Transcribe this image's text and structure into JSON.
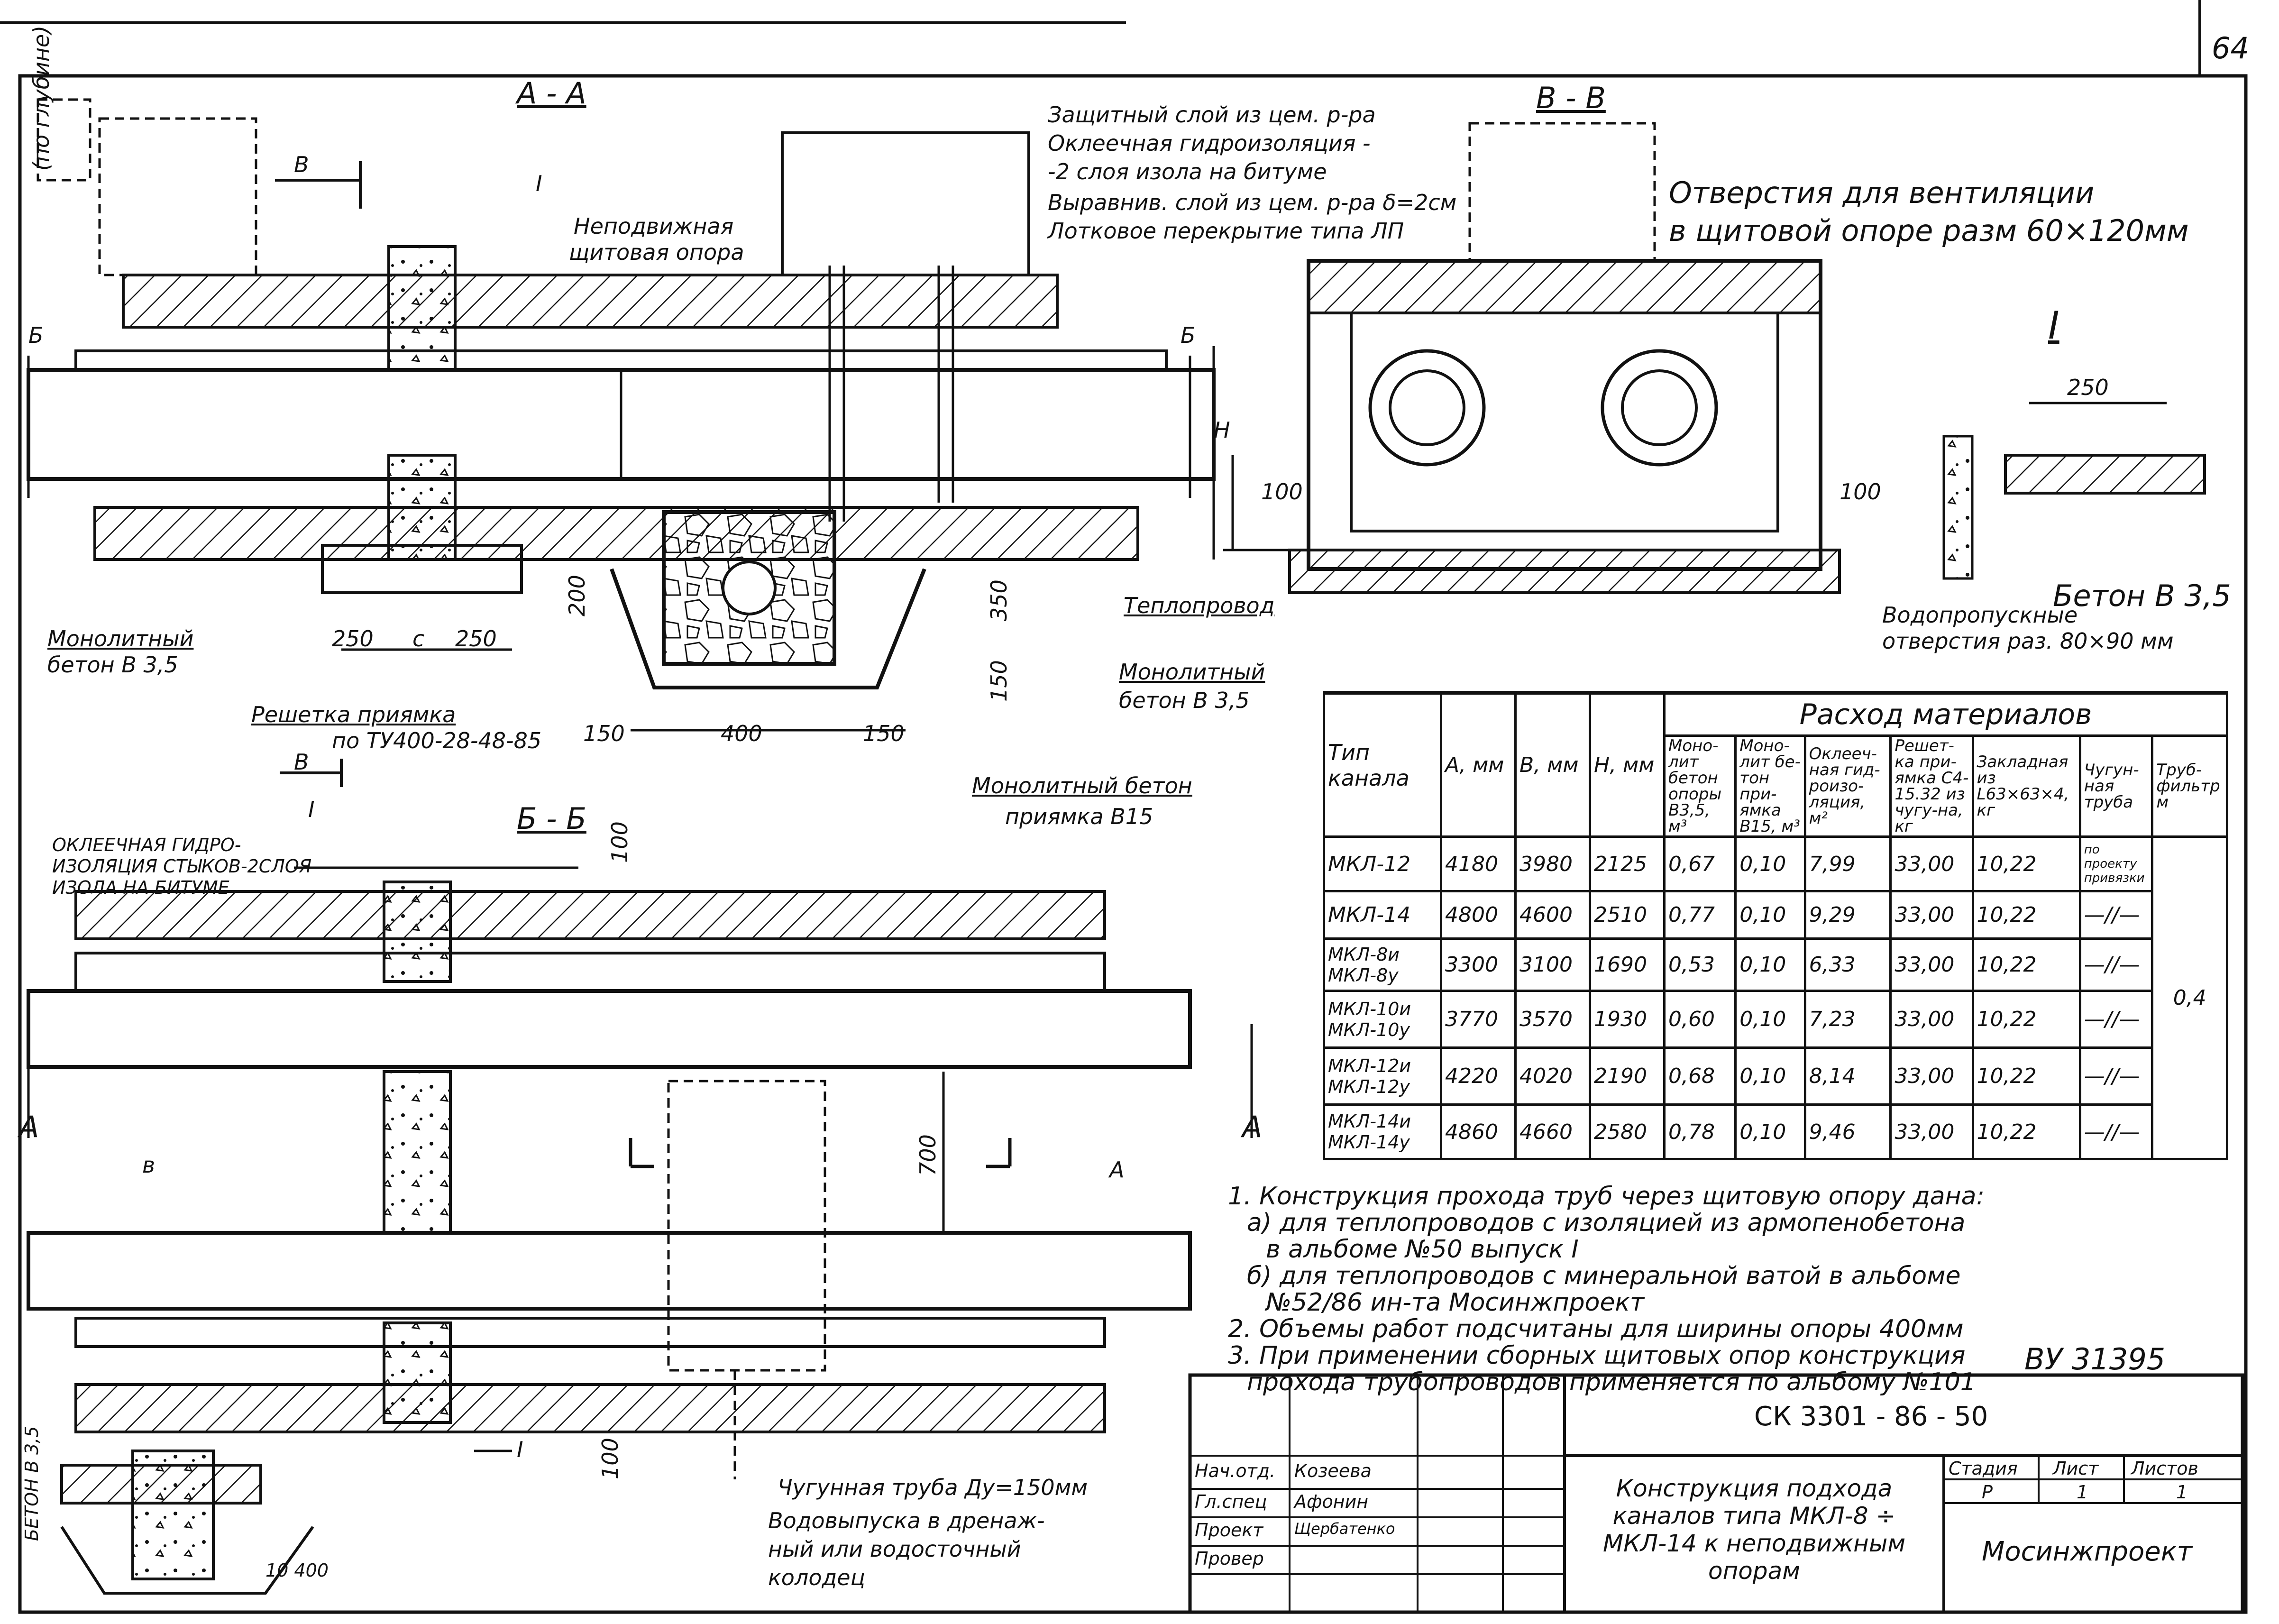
{
  "sheet_number": "64",
  "sections": {
    "aa": "А - А",
    "bb": "В - В",
    "bbb": "Б - Б",
    "detail_i": "I"
  },
  "labels": {
    "depth_note": "(по глубине)",
    "layer1": "Защитный слой из цем. р-ра",
    "layer2": "Оклеечная гидроизоляция -",
    "layer3": "-2 слоя изола на битуме",
    "layer4": "Выравнив. слой из цем. р-ра δ=2см",
    "layer5": "Лотковое перекрытие типа ЛП",
    "fixed_support_1": "Неподвижная",
    "fixed_support_2": "щитовая опора",
    "vent_1": "Отверстия для вентиляции",
    "vent_2": "в щитовой опоре разм 60×120мм",
    "mono_beton_left_1": "Монолитный",
    "mono_beton_left_2": "бетон  В 3,5",
    "mono_beton_mid_1": "Монолитный",
    "mono_beton_mid_2": "бетон  В 3,5",
    "teploprovod": "Теплопровод",
    "beton_b35": "Бетон  В 3,5",
    "drain_holes_1": "Водопропускные",
    "drain_holes_2": "отверстия раз. 80×90 мм",
    "grate_1": "Решетка приямка",
    "grate_2": "по ТУ400-28-48-85",
    "mono_pit_1": "Монолитный бетон",
    "mono_pit_2": "приямка  В15",
    "glue_1": "ОКЛЕЕЧНАЯ ГИДРО-",
    "glue_2": "ИЗОЛЯЦИЯ СТЫКОВ-2СЛОЯ",
    "glue_3": "ИЗОЛА НА БИТУМЕ",
    "cast_pipe": "Чугунная труба Ду=150мм",
    "outlet_1": "Водовыпуска в дренаж-",
    "outlet_2": "ный или водосточный",
    "outlet_3": "колодец",
    "beton_vertical": "БЕТОН В 3,5",
    "dim_250": "250",
    "dim_250a": "250",
    "dim_250b": "250",
    "dim_c": "c",
    "dim_200": "200",
    "dim_350": "350",
    "dim_150a": "150",
    "dim_150b": "150",
    "dim_150c": "150",
    "dim_400": "400",
    "dim_100a": "100",
    "dim_100b": "100",
    "dim_100c": "100",
    "dim_100d": "100",
    "dim_700": "700",
    "dim_10_400": "10  400",
    "letter_b1": "В",
    "letter_b2": "В",
    "letter_bb1": "Б",
    "letter_bb2": "Б",
    "letter_h": "H",
    "letter_a1": "А",
    "letter_a2": "А",
    "letter_v": "в",
    "letter_a_side": "А",
    "letter_i1": "I",
    "letter_i2": "I",
    "letter_i3": "I"
  },
  "table": {
    "title": "Расход   материалов",
    "headers": {
      "type": "Тип канала",
      "a": "А, мм",
      "b": "В, мм",
      "h": "Н, мм",
      "m1": "Моно-лит бетон опоры В3,5, м³",
      "m2": "Моно-лит бе-тон при-ямка В15, м³",
      "m3": "Оклееч-ная гид-роизо-ляция, м²",
      "m4": "Решет-ка при-ямка С4-15.32 из чугу-на, кг",
      "m5": "Закладная из L63×63×4, кг",
      "m6": "Чугун-ная труба",
      "m7": "Труб-фильтр м"
    },
    "rows": [
      {
        "type": "МКЛ-12",
        "a": "4180",
        "b": "3980",
        "h": "2125",
        "m1": "0,67",
        "m2": "0,10",
        "m3": "7,99",
        "m4": "33,00",
        "m5": "10,22",
        "m6": "по проекту привязки"
      },
      {
        "type": "МКЛ-14",
        "a": "4800",
        "b": "4600",
        "h": "2510",
        "m1": "0,77",
        "m2": "0,10",
        "m3": "9,29",
        "m4": "33,00",
        "m5": "10,22",
        "m6": "—//—"
      },
      {
        "type": "МКЛ-8и МКЛ-8у",
        "a": "3300",
        "b": "3100",
        "h": "1690",
        "m1": "0,53",
        "m2": "0,10",
        "m3": "6,33",
        "m4": "33,00",
        "m5": "10,22",
        "m6": "—//—"
      },
      {
        "type": "МКЛ-10и МКЛ-10у",
        "a": "3770",
        "b": "3570",
        "h": "1930",
        "m1": "0,60",
        "m2": "0,10",
        "m3": "7,23",
        "m4": "33,00",
        "m5": "10,22",
        "m6": "—//—"
      },
      {
        "type": "МКЛ-12и МКЛ-12у",
        "a": "4220",
        "b": "4020",
        "h": "2190",
        "m1": "0,68",
        "m2": "0,10",
        "m3": "8,14",
        "m4": "33,00",
        "m5": "10,22",
        "m6": "—//—"
      },
      {
        "type": "МКЛ-14и МКЛ-14у",
        "a": "4860",
        "b": "4660",
        "h": "2580",
        "m1": "0,78",
        "m2": "0,10",
        "m3": "9,46",
        "m4": "33,00",
        "m5": "10,22",
        "m6": "—//—"
      }
    ],
    "filter_value": "0,4"
  },
  "notes": [
    "1. Конструкция прохода труб через щитовую опору дана:",
    "а) для теплопроводов с изоляцией из армопенобетона",
    "в альбоме №50 выпуск I",
    "б) для теплопроводов с минеральной ватой в альбоме",
    "№52/86 ин-та Мосинжпроект",
    "2. Объемы работ подсчитаны для ширины опоры 400мм",
    "3. При применении сборных щитовых опор конструкция",
    "прохода трубопроводов применяется по альбому №101"
  ],
  "stamp_ref": "ВУ 31395",
  "title_block": {
    "code": "СК 3301 - 86 - 50",
    "roles": [
      "Нач.отд.",
      "Гл.спец",
      "Проект",
      "Провер"
    ],
    "names": [
      "Козеева",
      "Афонин",
      "Щербатенко",
      ""
    ],
    "title": "Конструкция подхода каналов типа МКЛ-8 ÷ МКЛ-14 к неподвижным опорам",
    "stage_h": "Стадия",
    "sheet_h": "Лист",
    "sheets_h": "Листов",
    "stage": "Р",
    "sheet": "1",
    "sheets": "1",
    "org": "Мосинжпроект"
  }
}
